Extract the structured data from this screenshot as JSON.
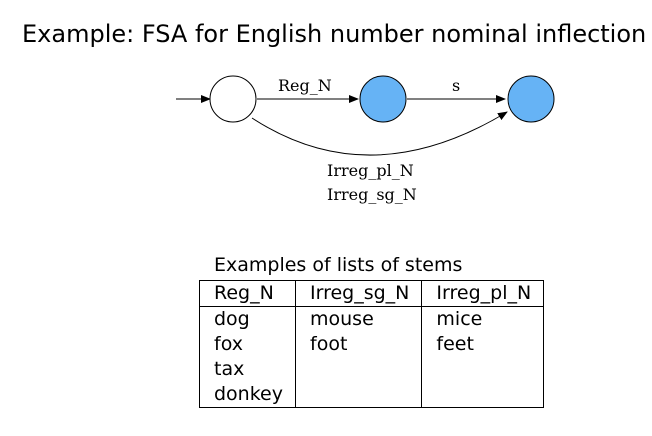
{
  "title": "Example: FSA for English number nominal inflection",
  "fsa": {
    "edges": {
      "reg_n": "Reg_N",
      "s": "s",
      "irreg_pl_n": "Irreg_pl_N",
      "irreg_sg_n": "Irreg_sg_N"
    },
    "colors": {
      "final_state_fill": "#66b3f5",
      "start_state_fill": "#ffffff"
    }
  },
  "stems_table": {
    "caption": "Examples of lists of stems",
    "headers": [
      "Reg_N",
      "Irreg_sg_N",
      "Irreg_pl_N"
    ],
    "rows": [
      [
        "dog",
        "mouse",
        "mice"
      ],
      [
        "fox",
        "foot",
        "feet"
      ],
      [
        "tax",
        "",
        ""
      ],
      [
        "donkey",
        "",
        ""
      ]
    ]
  }
}
